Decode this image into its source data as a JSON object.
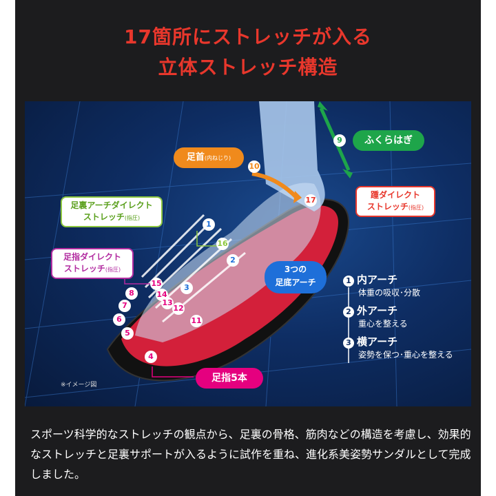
{
  "heading": {
    "line1": "17箇所にストレッチが入る",
    "line2": "立体ストレッチ構造"
  },
  "labels": {
    "calf": "ふくらはぎ",
    "ankle": "足首",
    "ankle_sub": "(内ねじり)",
    "heel_line1": "踵ダイレクト",
    "heel_line2": "ストレッチ",
    "heel_sub": "(指圧)",
    "sole_line1": "足裏アーチダイレクト",
    "sole_line2": "ストレッチ",
    "sole_sub": "(指圧)",
    "toe_line1": "足指ダイレクト",
    "toe_line2": "ストレッチ",
    "toe_sub": "(指圧)",
    "arch_bubble_line1": "3つの",
    "arch_bubble_line2": "足底アーチ",
    "toes5": "足指5本",
    "image_note": "※イメージ図"
  },
  "arches": [
    {
      "num": "1",
      "title": "内アーチ",
      "desc": "体重の吸収･分散"
    },
    {
      "num": "2",
      "title": "外アーチ",
      "desc": "重心を整える"
    },
    {
      "num": "3",
      "title": "横アーチ",
      "desc": "姿勢を保つ･重心を整える"
    }
  ],
  "points": [
    "1",
    "2",
    "3",
    "4",
    "5",
    "6",
    "7",
    "8",
    "9",
    "10",
    "11",
    "12",
    "13",
    "14",
    "15",
    "16",
    "17"
  ],
  "description": "スポーツ科学的なストレッチの観点から、足裏の骨格、筋肉などの構造を考慮し、効果的なストレッチと足裏サポートが入るように試作を重ね、進化系美姿勢サンダルとして完成しました。",
  "colors": {
    "heading": "#e8372c",
    "calf": "#1ea54a",
    "ankle": "#f08a1c",
    "heel": "#e8372c",
    "sole": "#8cc63f",
    "toe": "#b22ba0",
    "toes5": "#e5007f",
    "arch": "#1e6fd9"
  }
}
